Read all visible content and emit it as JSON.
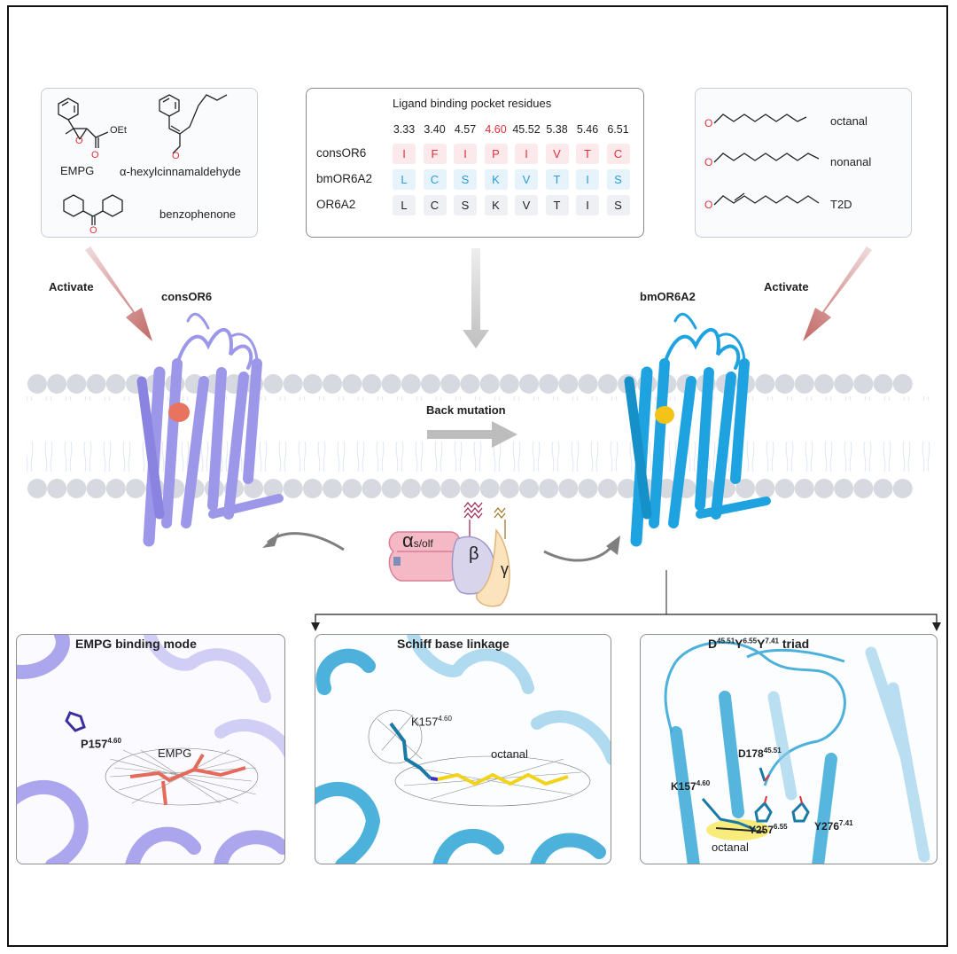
{
  "ligands_left": {
    "empg": "EMPG",
    "hexyl": "α-hexylcinnamaldehyde",
    "benzophenone": "benzophenone",
    "oet": "OEt",
    "o_label": "O"
  },
  "pocket": {
    "title": "Ligand binding pocket residues",
    "positions": [
      "3.33",
      "3.40",
      "4.57",
      "4.60",
      "45.52",
      "5.38",
      "5.46",
      "6.51"
    ],
    "rows": [
      {
        "name": "consOR6",
        "residues": [
          "I",
          "F",
          "I",
          "P",
          "I",
          "V",
          "T",
          "C"
        ]
      },
      {
        "name": "bmOR6A2",
        "residues": [
          "L",
          "C",
          "S",
          "K",
          "V",
          "T",
          "I",
          "S"
        ]
      },
      {
        "name": "OR6A2",
        "residues": [
          "L",
          "C",
          "S",
          "K",
          "V",
          "T",
          "I",
          "S"
        ]
      }
    ]
  },
  "ligands_right": {
    "octanal": "octanal",
    "nonanal": "nonanal",
    "t2d": "T2D",
    "o_label": "O"
  },
  "center": {
    "activate_left": "Activate",
    "activate_right": "Activate",
    "receptor_left": "consOR6",
    "receptor_right": "bmOR6A2",
    "back_mutation": "Back mutation",
    "galpha": "α",
    "galpha_sub": "s/olf",
    "gbeta": "β",
    "ggamma": "γ"
  },
  "panels": {
    "p1": {
      "title": "EMPG binding mode",
      "res": "P157",
      "res_sup": "4.60",
      "lig": "EMPG"
    },
    "p2": {
      "title": "Schiff base linkage",
      "res": "K157",
      "res_sup": "4.60",
      "lig": "octanal"
    },
    "p3": {
      "title_d": "D",
      "title_d_sup": "45.51",
      "title_y1": "Y",
      "title_y1_sup": "6.55",
      "title_y2": "Y",
      "title_y2_sup": "7.41",
      "title_rest": " triad",
      "d178": "D178",
      "d178_sup": "45.51",
      "k157": "K157",
      "k157_sup": "4.60",
      "y257": "Y257",
      "y257_sup": "6.55",
      "y276": "Y276",
      "y276_sup": "7.41",
      "lig": "octanal"
    }
  },
  "colors": {
    "cons": "#9d97ea",
    "bm": "#1fa3e0",
    "activate_arrow": "#c4736f",
    "membrane": "#d6d9df",
    "ligand_empg": "#e46a5a",
    "ligand_octanal": "#f2d31b"
  }
}
